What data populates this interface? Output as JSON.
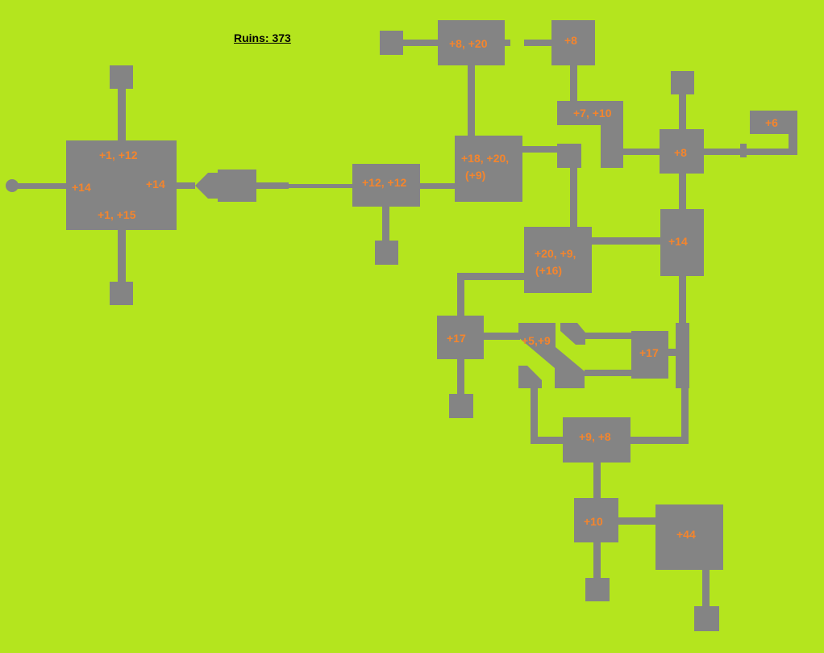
{
  "map_title": "Ruins: 373",
  "colors": {
    "background": "#b4e51e",
    "room_fill": "#848484",
    "label_text": "#f5852c",
    "title_text": "#000000"
  },
  "rooms": {
    "west_hall": {
      "labels": [
        "+1, +12",
        "+14",
        "+14",
        "+1, +15"
      ]
    },
    "west_north_alcove": {
      "labels": []
    },
    "west_south_alcove": {
      "labels": []
    },
    "gate_chamber": {
      "labels": []
    },
    "corridor_junction": {
      "labels": [
        "+12, +12"
      ]
    },
    "corridor_south_alcove": {
      "labels": []
    },
    "central_north_hall": {
      "labels": [
        "+18, +20,",
        "(+9)"
      ]
    },
    "top_west_alcove": {
      "labels": []
    },
    "top_hall": {
      "labels": [
        "+8, +20"
      ]
    },
    "top_east_room": {
      "labels": [
        "+8"
      ]
    },
    "bent_room": {
      "labels": [
        "+7, +10"
      ]
    },
    "small_east_room": {
      "labels": []
    },
    "northeast_hub": {
      "labels": [
        "+8"
      ]
    },
    "northeast_alcove": {
      "labels": []
    },
    "far_east_room": {
      "labels": [
        "+6"
      ]
    },
    "central_hall": {
      "labels": [
        "+20, +9,",
        "(+16)"
      ]
    },
    "east_hall": {
      "labels": [
        "+14"
      ]
    },
    "southwest_room": {
      "labels": [
        "+17"
      ]
    },
    "southwest_alcove": {
      "labels": []
    },
    "diagonal_room": {
      "labels": [
        "+5,+9"
      ]
    },
    "southeast_room": {
      "labels": [
        "+17"
      ]
    },
    "south_junction": {
      "labels": [
        "+9, +8"
      ]
    },
    "south_room": {
      "labels": [
        "+10"
      ]
    },
    "south_alcove": {
      "labels": []
    },
    "treasure_room": {
      "labels": [
        "+44"
      ]
    },
    "treasure_alcove": {
      "labels": []
    },
    "west_entrance": {
      "labels": []
    }
  }
}
